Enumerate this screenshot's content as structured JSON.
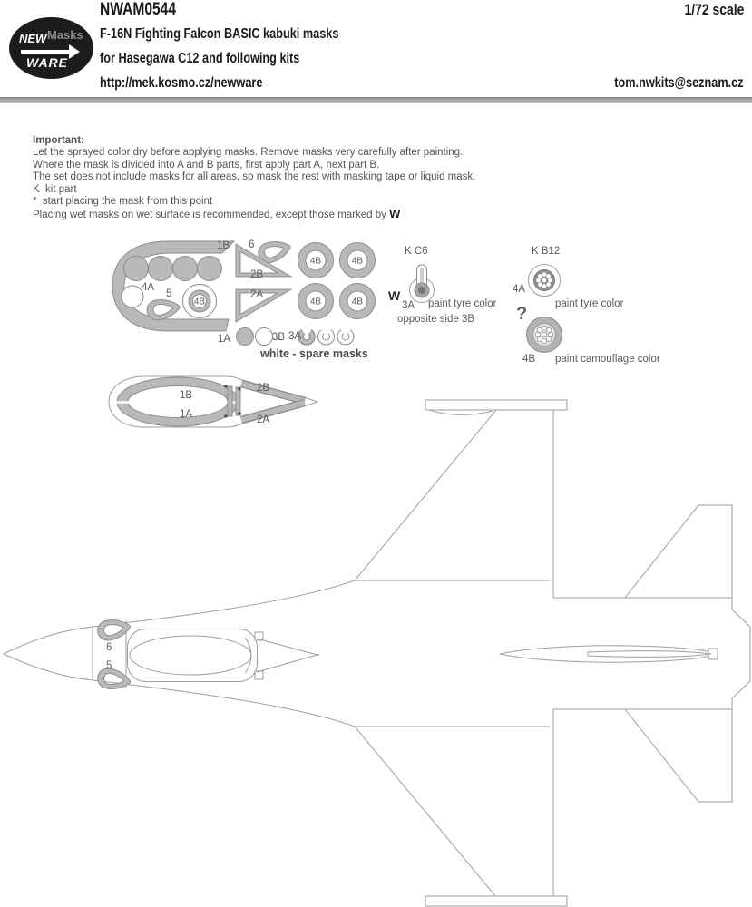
{
  "header": {
    "product_code": "NWAM0544",
    "scale": "1/72 scale",
    "title_line1": "F-16N Fighting Falcon BASIC  kabuki masks",
    "title_line2": "for Hasegawa C12 and following kits",
    "url": "http://mek.kosmo.cz/newware",
    "email": "tom.nwkits@seznam.cz",
    "logo": {
      "word_new": "NEW",
      "word_masks": "Masks",
      "word_ware": "WARE"
    }
  },
  "instructions": {
    "heading": "Important:",
    "lines": [
      "Let the sprayed color dry before applying masks. Remove masks very carefully after painting.",
      "Where the mask is divided into A and B parts, first apply part A, next part B.",
      "The set does not include masks for all areas, so mask the rest with masking tape or liquid mask.",
      "K  kit part",
      "*  start placing the mask from this point"
    ],
    "wet_note_prefix": "Placing wet masks on wet surface is recommended, except those marked by ",
    "wet_note_symbol": "W"
  },
  "mask_sheet": {
    "label_1b": "1B",
    "label_6": "6",
    "label_2b": "2B",
    "label_2a": "2A",
    "label_1a": "1A",
    "label_4a": "4A",
    "label_5": "5",
    "label_4b": "4B",
    "label_3b": "3B",
    "label_3a": "3A",
    "spare_note": "white - spare masks"
  },
  "wheel_notes": {
    "kc6": {
      "kit_ref": "K C6",
      "wet_symbol": "W",
      "mask_label": "3A",
      "note": "paint tyre color",
      "note2": "opposite side 3B"
    },
    "kb12": {
      "kit_ref": "K B12",
      "mask_label_a": "4A",
      "note_a": "paint tyre color",
      "question_mark": "?",
      "mask_label_b": "4B",
      "note_b": "paint camouflage color"
    }
  },
  "canopy_diagram": {
    "label_1b": "1B",
    "label_1a": "1A",
    "label_2b": "2B",
    "label_2a": "2A",
    "start_mark": "*"
  },
  "aircraft_diagram": {
    "label_6": "6",
    "label_5": "5"
  },
  "colors": {
    "mask_gray": "#b9b9b9",
    "mask_outline": "#8d8d8d",
    "drawing_line": "#9e9e9e",
    "text_gray": "#5a5a5a",
    "divider_gray": "#ababab",
    "logo_black": "#1c1c1c"
  }
}
